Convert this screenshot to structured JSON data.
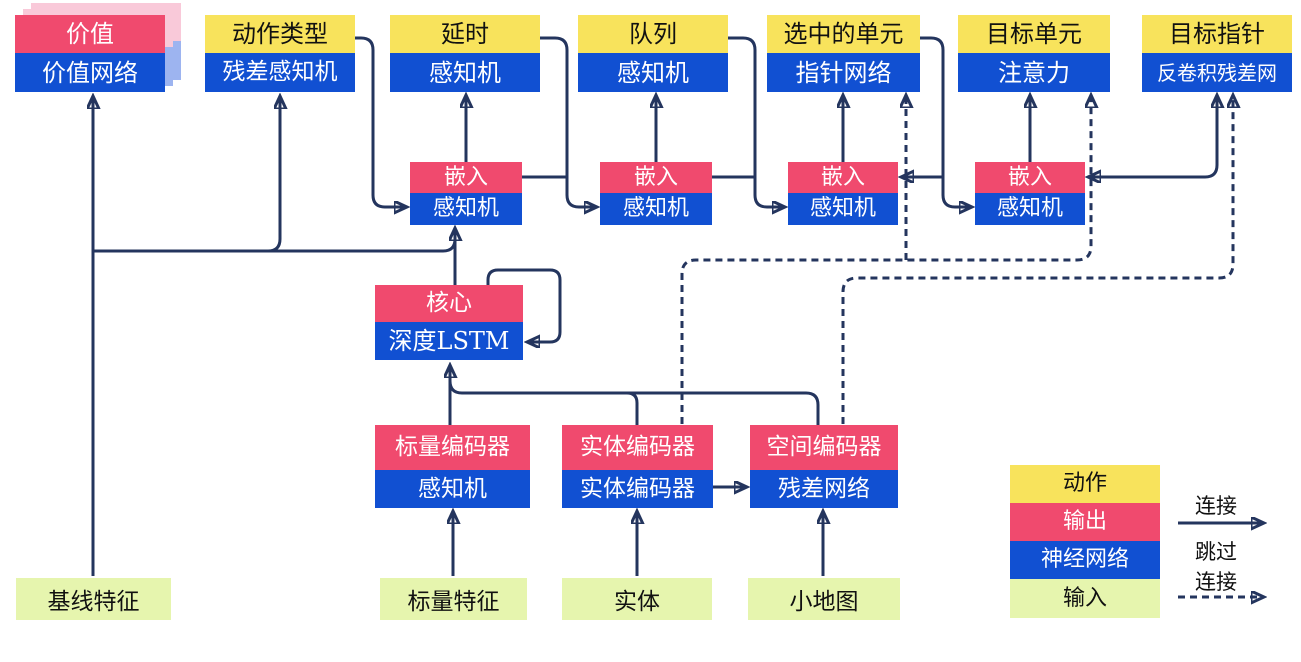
{
  "boxes": {
    "value": {
      "top": "价值",
      "bottom": "价值网络"
    },
    "action_type": {
      "top": "动作类型",
      "bottom": "残差感知机"
    },
    "delay": {
      "top": "延时",
      "bottom": "感知机"
    },
    "queue": {
      "top": "队列",
      "bottom": "感知机"
    },
    "selected_units": {
      "top": "选中的单元",
      "bottom": "指针网络"
    },
    "target_unit": {
      "top": "目标单元",
      "bottom": "注意力"
    },
    "target_point": {
      "top": "目标指针",
      "bottom": "反卷积残差网"
    },
    "embed1": {
      "top": "嵌入",
      "bottom": "感知机"
    },
    "embed2": {
      "top": "嵌入",
      "bottom": "感知机"
    },
    "embed3": {
      "top": "嵌入",
      "bottom": "感知机"
    },
    "embed4": {
      "top": "嵌入",
      "bottom": "感知机"
    },
    "core": {
      "top": "核心",
      "bottom": "深度LSTM"
    },
    "scalar_encoder": {
      "top": "标量编码器",
      "bottom": "感知机"
    },
    "entity_encoder": {
      "top": "实体编码器",
      "bottom": "实体编码器"
    },
    "spatial_encoder": {
      "top": "空间编码器",
      "bottom": "残差网络"
    }
  },
  "inputs": {
    "baseline": "基线特征",
    "scalar": "标量特征",
    "entities": "实体",
    "minimap": "小地图"
  },
  "legend": {
    "action": "动作",
    "output": "输出",
    "network": "神经网络",
    "input": "输入",
    "connection_label": "连接",
    "skip_label_line1": "跳过",
    "skip_label_line2": "连接"
  },
  "colors": {
    "action_yellow": "#F8E35C",
    "output_red": "#F04A6E",
    "network_blue": "#1150D2",
    "input_green": "#E6F5AE",
    "wire_navy": "#24355E",
    "echo_pink": "#F9C9D9",
    "echo_blue": "#9DB4F0"
  }
}
